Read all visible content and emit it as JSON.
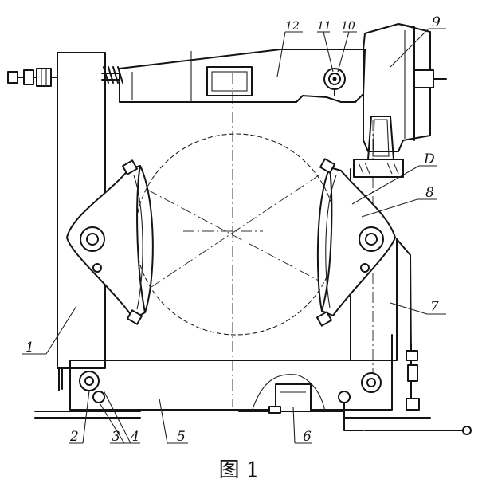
{
  "figure": {
    "caption": "图 1",
    "part_labels": [
      "1",
      "2",
      "3",
      "4",
      "5",
      "6",
      "7",
      "8",
      "9",
      "10",
      "11",
      "12",
      "D"
    ]
  }
}
